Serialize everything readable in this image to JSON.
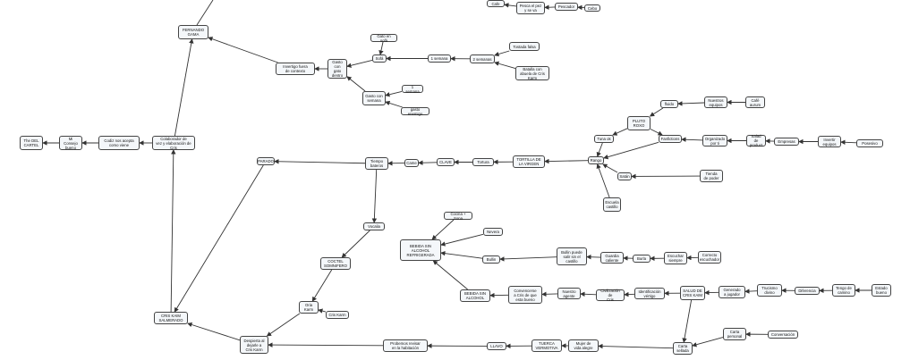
{
  "diagram": {
    "nodes": [
      {
        "id": "n_cafe",
        "label": "Cafe"
      },
      {
        "id": "n_pescador",
        "label": "Pescador"
      },
      {
        "id": "n_pesca",
        "label": "Pesca el pez\ny se va"
      },
      {
        "id": "n_cebo",
        "label": "Cebo"
      },
      {
        "id": "n_fernando",
        "label": "FERNANDO\nGAMA"
      },
      {
        "id": "n_gato_sofa",
        "label": "Gato en sofá"
      },
      {
        "id": "n_tostada",
        "label": "Tostada falsa"
      },
      {
        "id": "n_sofa",
        "label": "Sofá"
      },
      {
        "id": "n_1semana",
        "label": "1 semana"
      },
      {
        "id": "n_2semanas",
        "label": "2 semanas"
      },
      {
        "id": "n_invertigo",
        "label": "Invertigo fuera\nde contexto"
      },
      {
        "id": "n_gato_dentro",
        "label": "Gasto\ncon gato\ndentro"
      },
      {
        "id": "n_batalla",
        "label": "Batalla con\nabuela de Cris Karm"
      },
      {
        "id": "n_1semana_b",
        "label": "1 semana"
      },
      {
        "id": "n_gasto_semana",
        "label": "Gasto con\nsemana"
      },
      {
        "id": "n_gasto_enemigo",
        "label": "gasto enemigo"
      },
      {
        "id": "n_cafe_aurum",
        "label": "Café\naurum"
      },
      {
        "id": "n_nuestros",
        "label": "Nuestros\nequipos"
      },
      {
        "id": "n_fluido",
        "label": "fluido"
      },
      {
        "id": "n_pluto",
        "label": "PLUTO\nROXO"
      },
      {
        "id": "n_tuna_ok",
        "label": "Tuna ok"
      },
      {
        "id": "n_fanfictions",
        "label": "Fanfictions"
      },
      {
        "id": "n_organizado",
        "label": "Organizado\npor ti"
      },
      {
        "id": "n_salad",
        "label": "Salad de\nproduct"
      },
      {
        "id": "n_empresas",
        "label": "Empresas"
      },
      {
        "id": "n_invertir",
        "label": "Invertir\nequipos"
      },
      {
        "id": "n_posesivo",
        "label": "Posesivo"
      },
      {
        "id": "n_elegante",
        "label": "Colaborador de\nvez y elaboración de Cris"
      },
      {
        "id": "n_codiz",
        "label": "Codiz nos acepta\ncomo viene"
      },
      {
        "id": "n_mi_casa",
        "label": "Mi Consejo\nbueno"
      },
      {
        "id": "n_the_del",
        "label": "The DEL\nCARTEL"
      },
      {
        "id": "n_tortilla",
        "label": "TORTILLA DE\nLA VIRGEN"
      },
      {
        "id": "n_tortura",
        "label": "Tortura"
      },
      {
        "id": "n_clave",
        "label": "CLAVE"
      },
      {
        "id": "n_camx",
        "label": "Came"
      },
      {
        "id": "n_tiempo",
        "label": "Tiempo\nbateros"
      },
      {
        "id": "n_rango",
        "label": "Rango"
      },
      {
        "id": "n_parado",
        "label": "PARADO"
      },
      {
        "id": "n_satan",
        "label": "Satán"
      },
      {
        "id": "n_tienda",
        "label": "Tienda\nde poder"
      },
      {
        "id": "n_escuela",
        "label": "Escuela\ncastillo"
      },
      {
        "id": "n_cocina",
        "label": "Cocina + Sona"
      },
      {
        "id": "n_vocalia",
        "label": "Vocalia"
      },
      {
        "id": "n_nevera",
        "label": "Nevera"
      },
      {
        "id": "n_bebida_sin",
        "label": "BEBIDA SIN\nALCOHOL\nREFRIGERADA"
      },
      {
        "id": "n_bullin_puede",
        "label": "Bullin puede\nsalir sin el\ncastillo"
      },
      {
        "id": "n_guardia",
        "label": "Guardia\ncaliente"
      },
      {
        "id": "n_bullin",
        "label": "Bullin"
      },
      {
        "id": "n_bulia",
        "label": "Burla"
      },
      {
        "id": "n_cocktel",
        "label": "COCTEL\nSOMNIFERO"
      },
      {
        "id": "n_escuchar",
        "label": "Escuchar\nsiempre"
      },
      {
        "id": "n_correct",
        "label": "Correcto\nescuchador"
      },
      {
        "id": "n_oria",
        "label": "Oria\nKarm"
      },
      {
        "id": "n_cris_karm",
        "label": "Cris Karm"
      },
      {
        "id": "n_cris_kaiam",
        "label": "CRIS KAIM\nSALMERADO"
      },
      {
        "id": "n_bebida_alc",
        "label": "BEBIDA SIN\nALCOHOL"
      },
      {
        "id": "n_convencer",
        "label": "Convencerse\na Cris de que\nesta bueno"
      },
      {
        "id": "n_nuestro_ag",
        "label": "Nuestro\nagente"
      },
      {
        "id": "n_civiliz",
        "label": "Civilización de\nCris"
      },
      {
        "id": "n_identific",
        "label": "Identificación\nvértigo"
      },
      {
        "id": "n_salud",
        "label": "SALUD DE\nCRIS KAIM"
      },
      {
        "id": "n_generado",
        "label": "Generado\na jugador"
      },
      {
        "id": "n_trucismo",
        "label": "Trucismo\ndivino"
      },
      {
        "id": "n_diferencia",
        "label": "Diferencia"
      },
      {
        "id": "n_tengo",
        "label": "Tengo de\ncamino"
      },
      {
        "id": "n_estado",
        "label": "Estado\nbueno"
      },
      {
        "id": "n_despierta",
        "label": "Despierta al\ndejarle a\nCris Karm"
      },
      {
        "id": "n_probemos",
        "label": "Probemos revisar\nen la habitación"
      },
      {
        "id": "n_llavo",
        "label": "LLAVO"
      },
      {
        "id": "n_tuerca",
        "label": "TUERCA\nVERMOTIVA"
      },
      {
        "id": "n_mujer",
        "label": "Mujer de\nvida alegre"
      },
      {
        "id": "n_carta",
        "label": "Carta\nsellada"
      },
      {
        "id": "n_carta_pers",
        "label": "Carta\npersonal"
      },
      {
        "id": "n_conversacion",
        "label": "Conversación"
      }
    ]
  }
}
